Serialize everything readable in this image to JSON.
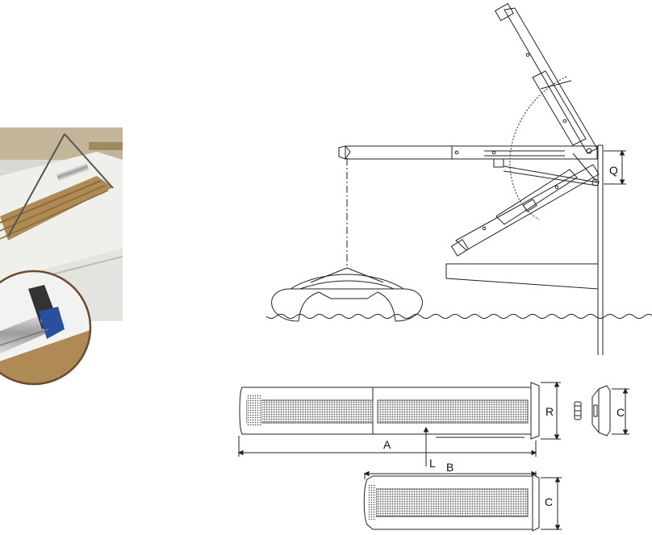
{
  "figure": {
    "labels": {
      "q": "Q",
      "r": "R",
      "c_side": "C",
      "a": "A",
      "l": "L",
      "b": "B",
      "c_folded": "C"
    }
  },
  "colors": {
    "line": "#222222",
    "hatch": "#555555",
    "photo_teak": "#b08a55",
    "photo_hull": "#e8e8e4",
    "photo_accent": "#2a4fa0",
    "inset_ring": "#6b4a2e"
  }
}
